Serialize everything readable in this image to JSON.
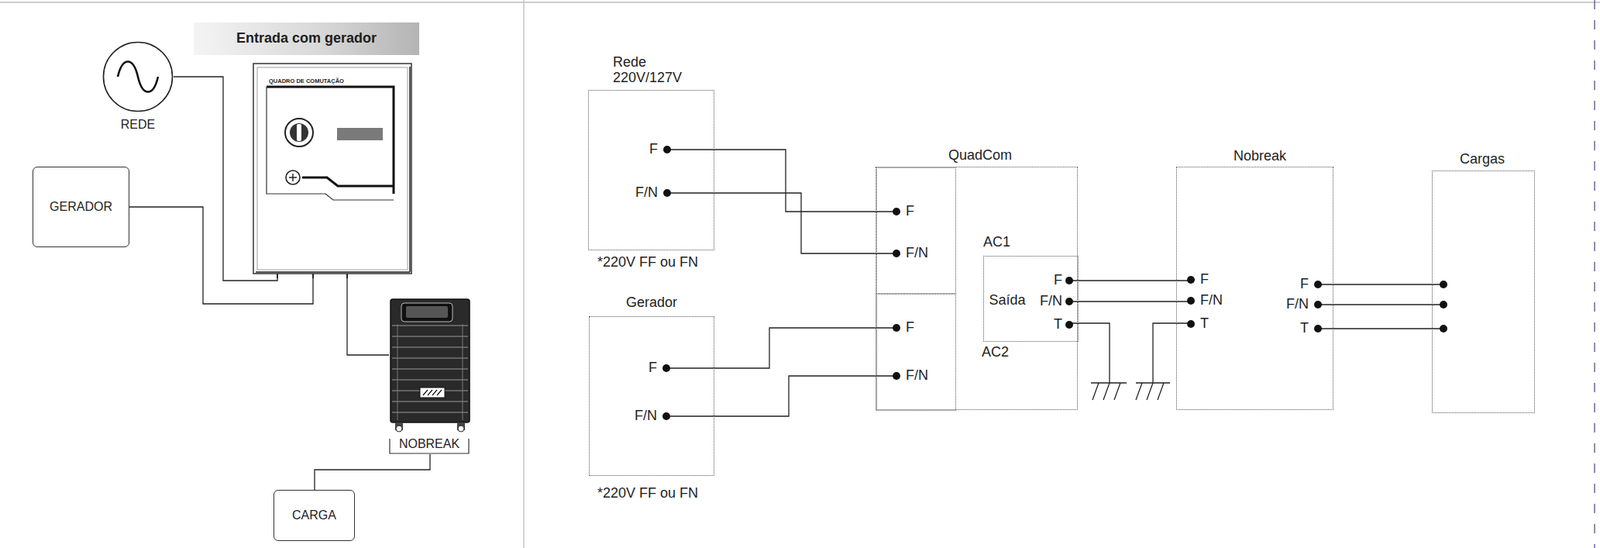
{
  "diagram": {
    "nodes": [
      {
        "text": [
          "Entrada com gerador"
        ]
      },
      {
        "text": [
          "REDE"
        ]
      },
      {
        "text": [
          "GERADOR"
        ]
      },
      {
        "text": [
          "QUADRO DE COMUTAÇÃO"
        ]
      },
      {
        "text": [
          "NOBREAK"
        ]
      },
      {
        "text": [
          "CARGA"
        ]
      },
      {
        "text": [
          "Rede 220V/127V",
          "F",
          "F/N",
          "*220V FF ou FN"
        ]
      },
      {
        "text": [
          "Gerador",
          "F",
          "F/N",
          "*220V FF ou FN"
        ]
      },
      {
        "text": [
          "QuadCom",
          "AC1",
          "AC2"
        ]
      },
      {
        "text": [
          "F",
          "F/N"
        ],
        "in": 8
      },
      {
        "text": [
          "F",
          "F/N"
        ],
        "in": 8
      },
      {
        "text": [
          "Saída",
          "F",
          "F/N",
          "T"
        ],
        "in": 8
      },
      {
        "text": [
          "Nobreak",
          "F",
          "F/N",
          "T",
          "F",
          "F/N",
          "T"
        ]
      },
      {
        "text": [
          "Cargas"
        ]
      }
    ],
    "edges": [
      {
        "from": 1,
        "to": 3,
        "arrow": "none"
      },
      {
        "from": 2,
        "to": 3,
        "arrow": "none"
      },
      {
        "from": 3,
        "to": 4,
        "arrow": "none"
      },
      {
        "from": 4,
        "to": 5,
        "arrow": "none"
      },
      {
        "from": 6,
        "to": 9,
        "arrow": "none"
      },
      {
        "from": 6,
        "to": 9,
        "arrow": "none"
      },
      {
        "from": 7,
        "to": 10,
        "arrow": "none"
      },
      {
        "from": 7,
        "to": 10,
        "arrow": "none"
      },
      {
        "from": 11,
        "to": 12,
        "arrow": "none"
      },
      {
        "from": 11,
        "to": 12,
        "arrow": "none"
      },
      {
        "from": 12,
        "to": 13,
        "arrow": "none"
      },
      {
        "from": 12,
        "to": 13,
        "arrow": "none"
      },
      {
        "from": 12,
        "to": 13,
        "arrow": "none"
      }
    ]
  }
}
